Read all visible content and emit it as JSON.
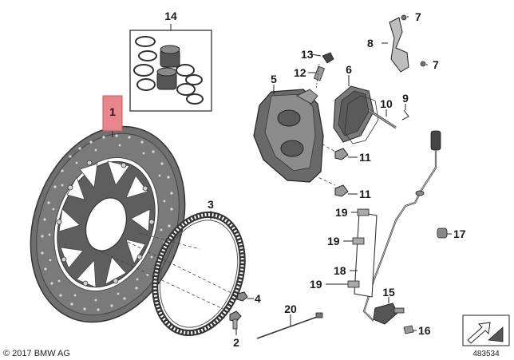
{
  "callouts": [
    {
      "id": "1",
      "text": "1"
    },
    {
      "id": "2",
      "text": "2"
    },
    {
      "id": "3",
      "text": "3"
    },
    {
      "id": "4",
      "text": "4"
    },
    {
      "id": "5",
      "text": "5"
    },
    {
      "id": "6",
      "text": "6"
    },
    {
      "id": "7a",
      "text": "7"
    },
    {
      "id": "7b",
      "text": "7"
    },
    {
      "id": "8",
      "text": "8"
    },
    {
      "id": "9",
      "text": "9"
    },
    {
      "id": "10",
      "text": "10"
    },
    {
      "id": "11a",
      "text": "11"
    },
    {
      "id": "11b",
      "text": "11"
    },
    {
      "id": "12",
      "text": "12"
    },
    {
      "id": "13",
      "text": "13"
    },
    {
      "id": "14",
      "text": "14"
    },
    {
      "id": "15",
      "text": "15"
    },
    {
      "id": "16",
      "text": "16"
    },
    {
      "id": "17",
      "text": "17"
    },
    {
      "id": "18",
      "text": "18"
    },
    {
      "id": "19a",
      "text": "19"
    },
    {
      "id": "19b",
      "text": "19"
    },
    {
      "id": "19c",
      "text": "19"
    },
    {
      "id": "20",
      "text": "20"
    }
  ],
  "highlighted_callout": "1",
  "highlight_color": "#e8868c",
  "copyright": "© 2017 BMW AG",
  "document_number": "483534"
}
